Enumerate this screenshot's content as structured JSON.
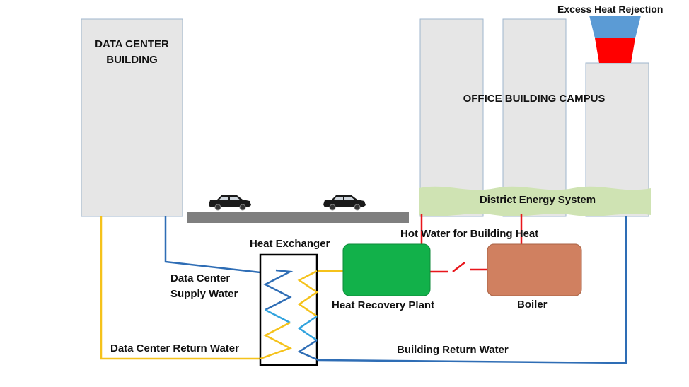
{
  "buildings": {
    "data_center": "DATA CENTER\nBUILDING",
    "office_campus": "OFFICE BUILDING CAMPUS"
  },
  "components": {
    "heat_exchanger": "Heat Exchanger",
    "heat_recovery_plant": "Heat Recovery Plant",
    "boiler": "Boiler",
    "district_energy": "District Energy System",
    "heat_rejection": "Excess Heat Rejection"
  },
  "flows": {
    "supply_water": "Data Center\nSupply Water",
    "return_water": "Data Center Return Water",
    "hot_water": "Hot Water for Building Heat",
    "building_return": "Building Return Water"
  },
  "colors": {
    "building_fill": "#e6e6e6",
    "building_stroke": "#9fb6cc",
    "yellow_pipe": "#f5c21b",
    "blue_pipe": "#2e6db5",
    "light_blue_coil": "#31a3de",
    "red_pipe": "#e8161b",
    "plant_green": "#12b14a",
    "boiler_brown": "#d08060",
    "district_green": "#cfe3b3",
    "road_gray": "#7f7f7f",
    "rejection_blue": "#5b9bd5",
    "rejection_red": "#ff0000"
  },
  "icons": [
    "car-icon",
    "car-icon"
  ]
}
